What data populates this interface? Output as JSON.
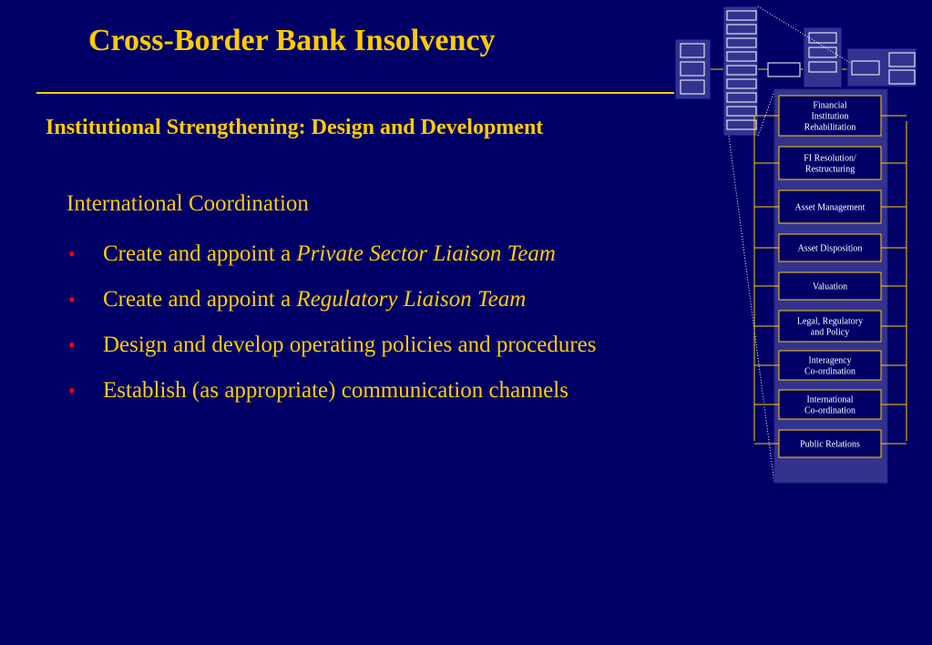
{
  "title": "Cross-Border Bank Insolvency",
  "subtitle": "Institutional Strengthening: Design and Development",
  "section_heading": "International Coordination",
  "bullets": [
    {
      "prefix": "Create and appoint a ",
      "emphasis": "Private Sector Liaison Team",
      "rest": ""
    },
    {
      "prefix": "Create and appoint a ",
      "emphasis": "Regulatory Liaison Team",
      "rest": ""
    },
    {
      "prefix": "Design and develop operating policies and procedures",
      "emphasis": "",
      "rest": ""
    },
    {
      "prefix": "Establish (as appropriate) communication channels",
      "emphasis": "",
      "rest": ""
    }
  ],
  "bullet_glyph": "•",
  "diagram": {
    "functions": [
      [
        "Financial",
        "Institution",
        "Rehabilitation"
      ],
      [
        "FI Resolution/",
        "Restructuring"
      ],
      [
        "Asset Management"
      ],
      [
        "Asset Disposition"
      ],
      [
        "Valuation"
      ],
      [
        "Legal, Regulatory",
        "and Policy"
      ],
      [
        "Interagency",
        "Co-ordination"
      ],
      [
        "International",
        "Co-ordination"
      ],
      [
        "Public Relations"
      ]
    ]
  },
  "colors": {
    "background": "#000066",
    "text": "#ffcc00",
    "bullet": "#ff0000",
    "diagram_panel": "#33338f",
    "diagram_box": "#ffffff"
  }
}
